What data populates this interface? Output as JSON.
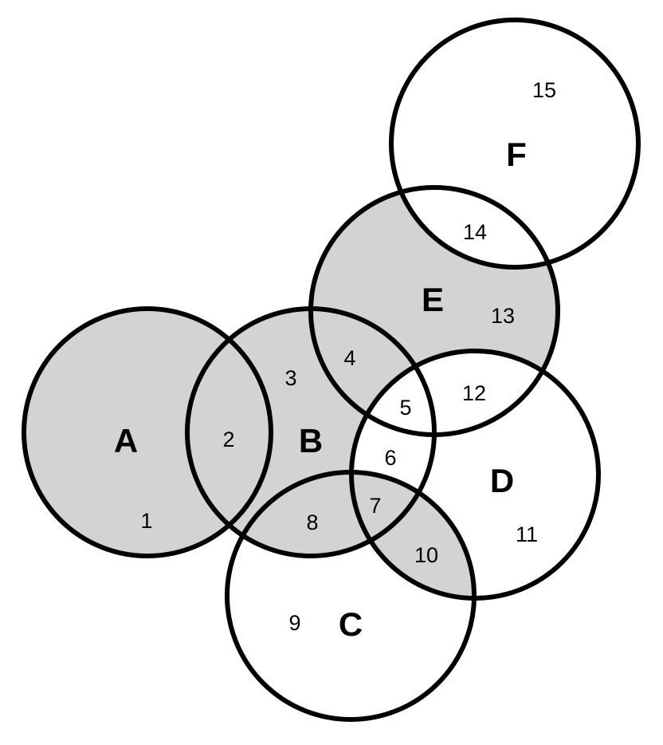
{
  "diagram": {
    "type": "venn-like overlapping circles",
    "colors": {
      "background": "#ffffff",
      "shaded": "#d3d3d3",
      "outline": "#000000"
    },
    "sets": [
      {
        "id": "A",
        "label": "A"
      },
      {
        "id": "B",
        "label": "B"
      },
      {
        "id": "C",
        "label": "C"
      },
      {
        "id": "D",
        "label": "D"
      },
      {
        "id": "E",
        "label": "E"
      },
      {
        "id": "F",
        "label": "F"
      }
    ],
    "regions": [
      {
        "label": "1",
        "shaded": true
      },
      {
        "label": "2",
        "shaded": true
      },
      {
        "label": "3",
        "shaded": true
      },
      {
        "label": "4",
        "shaded": true
      },
      {
        "label": "5",
        "shaded": false
      },
      {
        "label": "6",
        "shaded": false
      },
      {
        "label": "7",
        "shaded": true
      },
      {
        "label": "8",
        "shaded": true
      },
      {
        "label": "9",
        "shaded": false
      },
      {
        "label": "10",
        "shaded": true
      },
      {
        "label": "11",
        "shaded": false
      },
      {
        "label": "12",
        "shaded": false
      },
      {
        "label": "13",
        "shaded": true
      },
      {
        "label": "14",
        "shaded": false
      },
      {
        "label": "15",
        "shaded": false
      }
    ]
  }
}
